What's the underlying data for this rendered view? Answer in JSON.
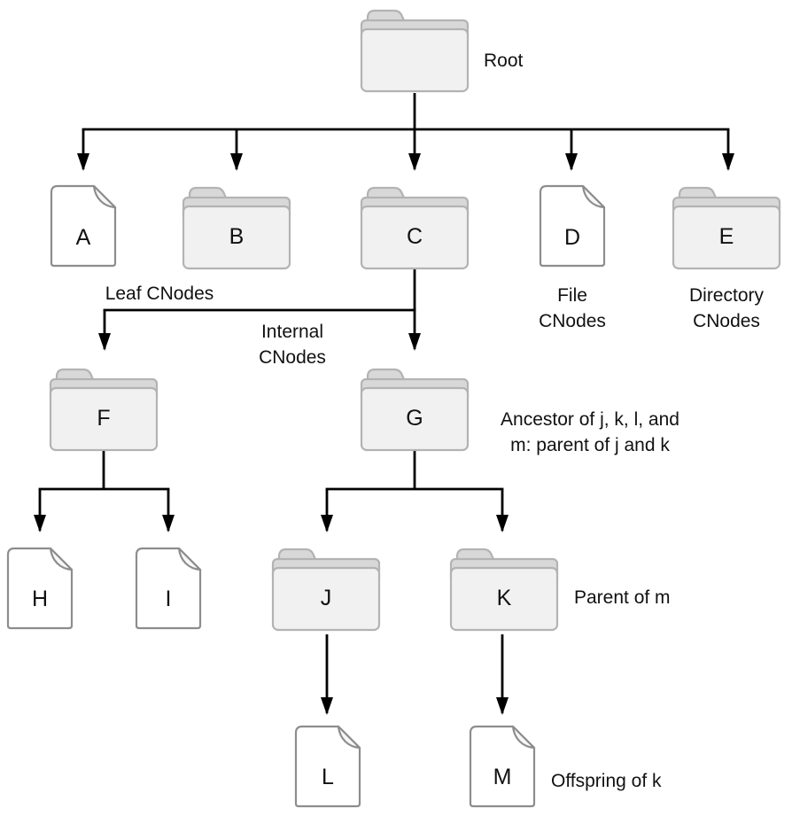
{
  "figure": {
    "type": "tree-diagram",
    "description": "CNode hierarchy tree of folders (directories) and files",
    "nodes": {
      "root": {
        "kind": "folder",
        "caption": "Root"
      },
      "a": {
        "kind": "file",
        "label": "A"
      },
      "b": {
        "kind": "folder",
        "label": "B"
      },
      "c": {
        "kind": "folder",
        "label": "C"
      },
      "d": {
        "kind": "file",
        "label": "D"
      },
      "e": {
        "kind": "folder",
        "label": "E"
      },
      "f": {
        "kind": "folder",
        "label": "F"
      },
      "g": {
        "kind": "folder",
        "label": "G"
      },
      "h": {
        "kind": "file",
        "label": "H"
      },
      "i": {
        "kind": "file",
        "label": "I"
      },
      "j": {
        "kind": "folder",
        "label": "J"
      },
      "k": {
        "kind": "folder",
        "label": "K"
      },
      "l": {
        "kind": "file",
        "label": "L"
      },
      "m": {
        "kind": "file",
        "label": "M"
      }
    },
    "captions": {
      "leaf_cnodes": "Leaf CNodes",
      "internal_cnodes": [
        "Internal",
        "CNodes"
      ],
      "file_cnodes": [
        "File",
        "CNodes"
      ],
      "directory_cnodes": [
        "Directory",
        "CNodes"
      ],
      "ancestor_note": [
        "Ancestor of j, k, l, and",
        "m: parent of j and k"
      ],
      "parent_of_m": "Parent of m",
      "offspring_of_k": "Offspring of k"
    },
    "edges": [
      "root->a",
      "root->b",
      "root->c",
      "root->d",
      "root->e",
      "c->f",
      "c->g",
      "f->h",
      "f->i",
      "g->j",
      "g->k",
      "j->l",
      "k->m"
    ],
    "colors": {
      "folder_front": "#f1f1f1",
      "folder_back": "#d8d8d8",
      "folder_stroke": "#b3b3b3",
      "file_fill": "#ffffff",
      "file_stroke": "#8d8d8d",
      "file_fold": "#f7f7f7",
      "line": "#000000",
      "text": "#111111",
      "background": "#ffffff"
    }
  }
}
